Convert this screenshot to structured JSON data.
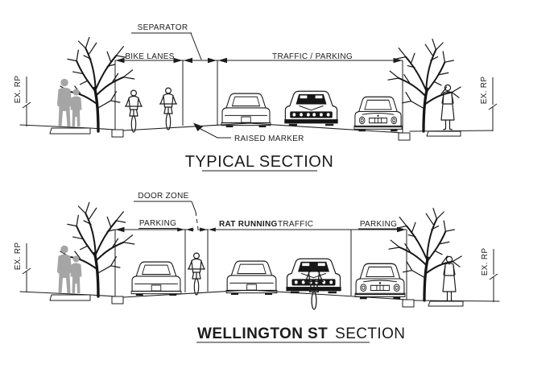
{
  "colors": {
    "ink": "#1c1c1c",
    "pedestrian_gray": "#a5a5a5",
    "background": "#ffffff"
  },
  "typical": {
    "title": "TYPICAL SECTION",
    "labels": {
      "separator": "SEPARATOR",
      "bike_lanes": "BIKE LANES",
      "traffic_parking": "TRAFFIC / PARKING",
      "raised_marker": "RAISED MARKER",
      "ex_rp_left": "EX. RP",
      "ex_rp_right": "EX. RP"
    }
  },
  "wellington": {
    "title_street": "WELLINGTON ST",
    "title_rest": "SECTION",
    "labels": {
      "door_zone": "DOOR ZONE",
      "parking_left": "PARKING",
      "rat_running": "RAT RUNNING",
      "traffic": "TRAFFIC",
      "parking_right": "PARKING",
      "ex_rp_left": "EX. RP",
      "ex_rp_right": "EX. RP"
    }
  }
}
